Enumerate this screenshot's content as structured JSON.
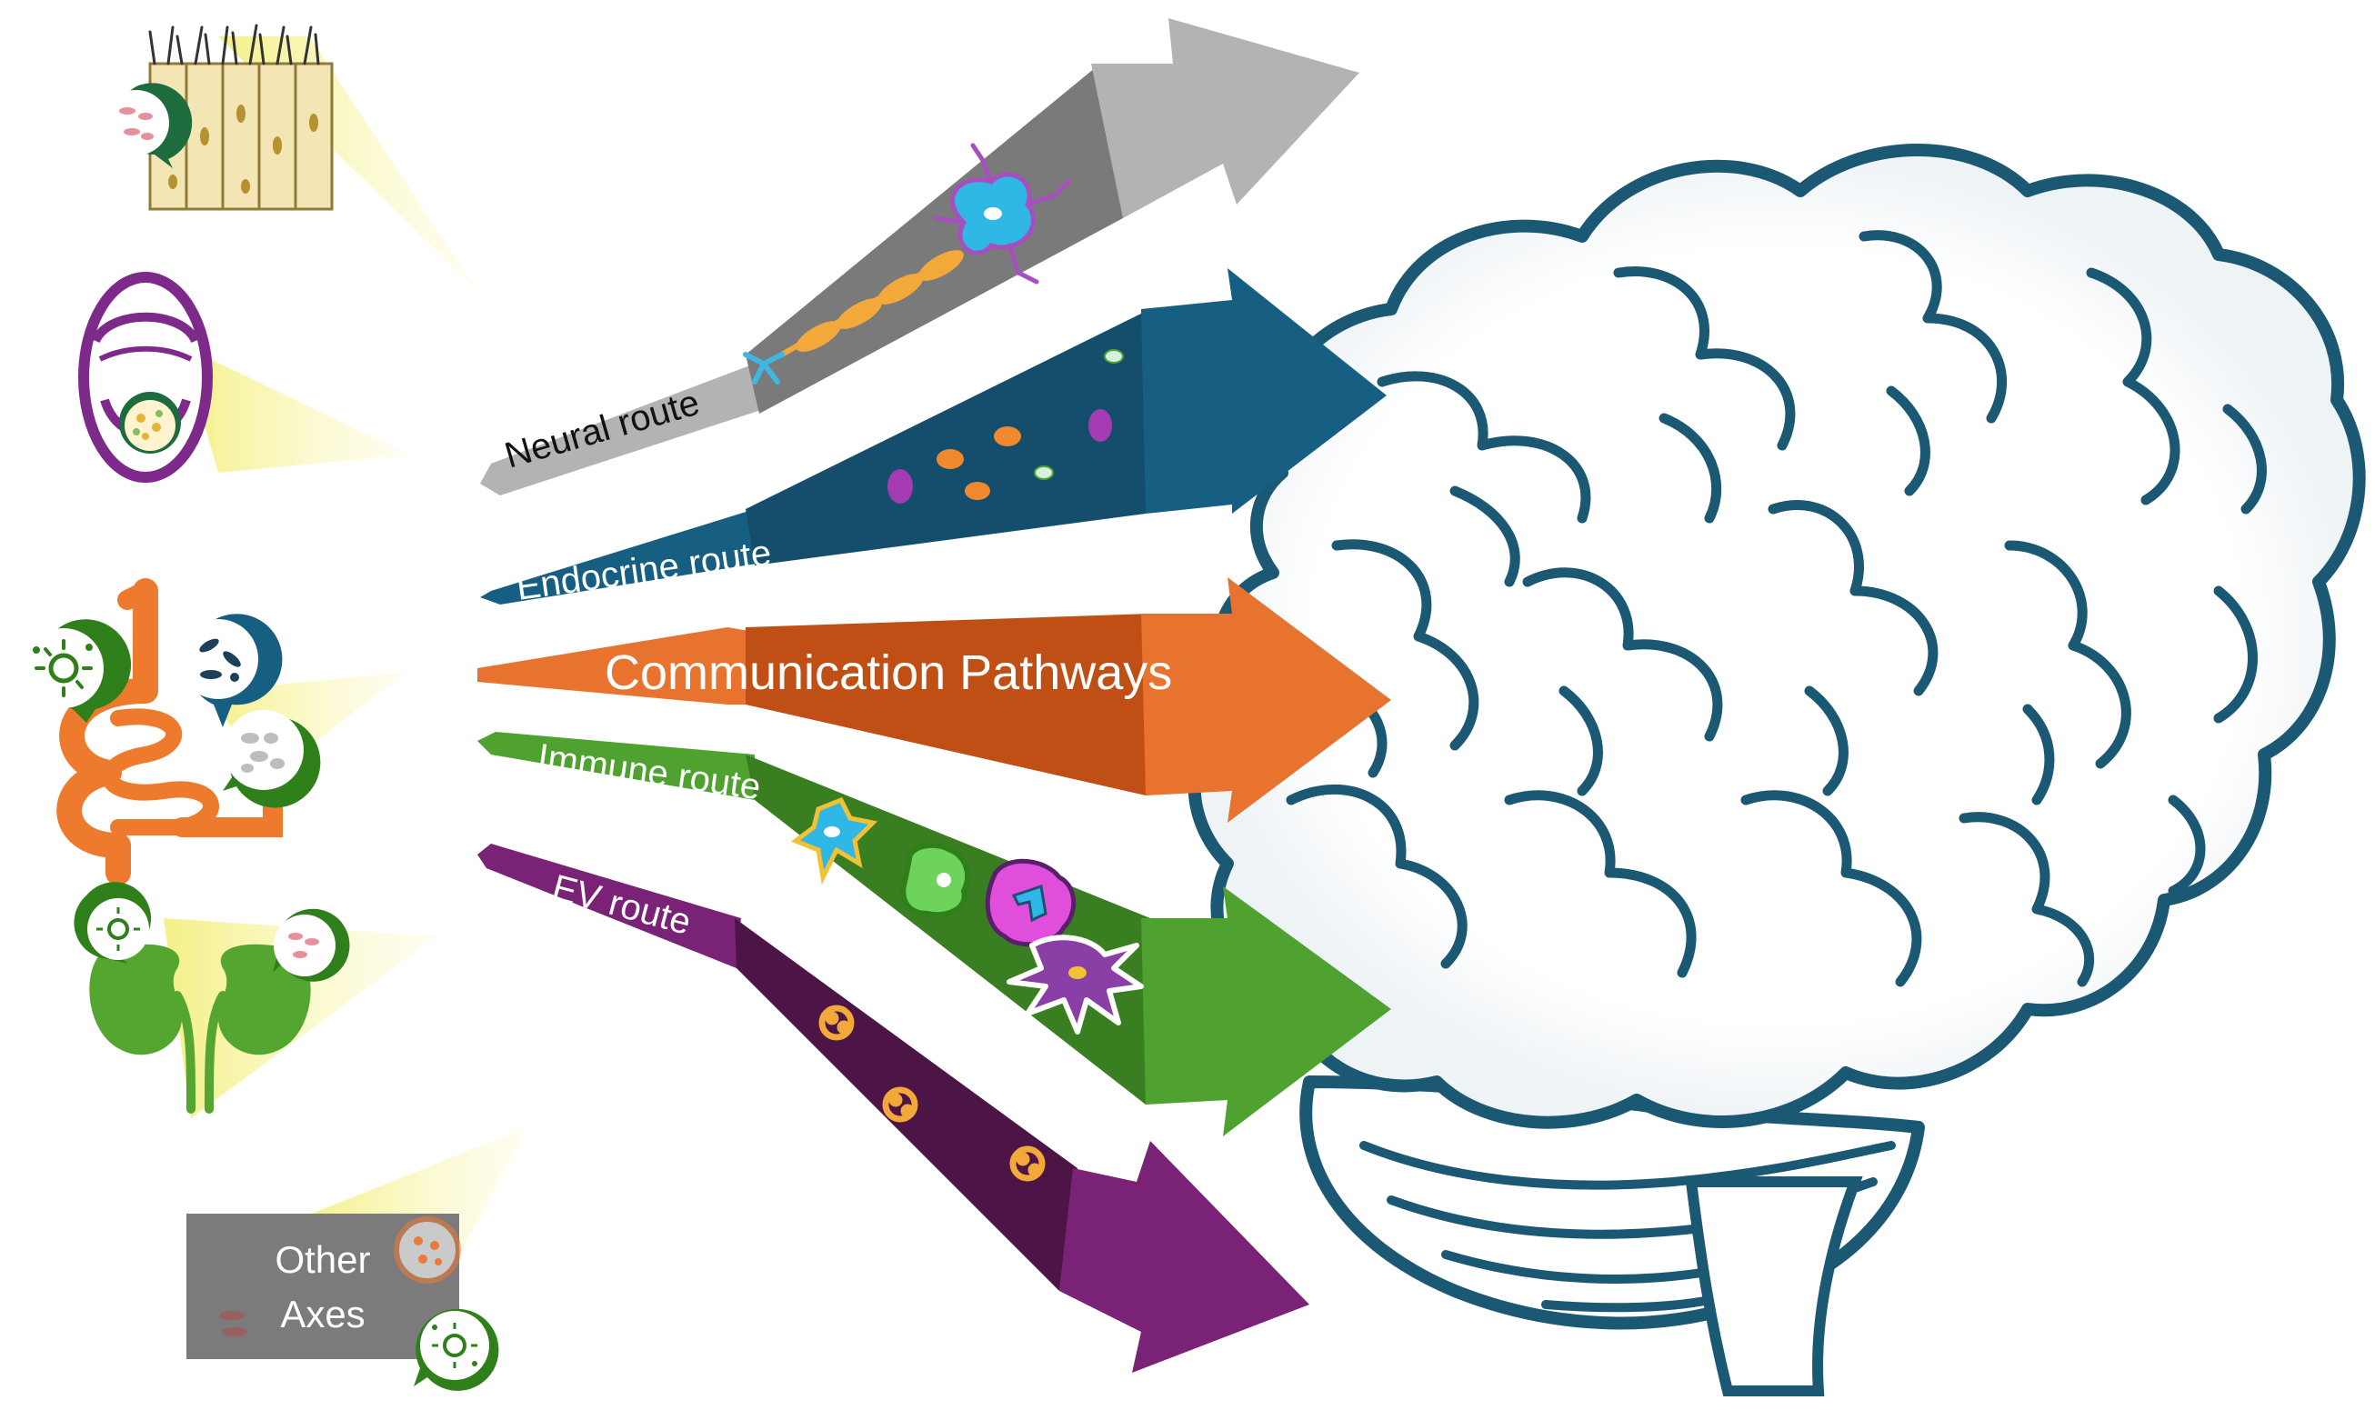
{
  "labels": {
    "neural": "Neural route",
    "endocrine": "Endocrine route",
    "main": "Communication Pathways",
    "immune": "Immune route",
    "ev": "EV route",
    "other_line1": "Other",
    "other_line2": "Axes"
  },
  "colors": {
    "neural_light": "#b3b3b3",
    "neural_dark": "#7a7a7a",
    "endocrine": "#175f82",
    "endocrine_dark": "#144e6c",
    "comm": "#e8732f",
    "comm_dark": "#bf4f15",
    "immune": "#4fa22f",
    "immune_dark": "#3a7e22",
    "ev": "#7a2275",
    "ev_dark": "#4d1546",
    "brain_outline": "#1b5873",
    "beam": "#fbf6a2",
    "gut": "#ee7a2e",
    "kidney": "#54a630",
    "mouth": "#7d2a8a",
    "other_box": "#7b7b7b"
  },
  "icons": [
    "nose-epithelium-icon",
    "mouth-icon",
    "gut-icon",
    "kidney-icon",
    "neuron-icon",
    "microbe-badge-icon",
    "virus-badge-icon",
    "bacteria-badge-icon"
  ]
}
